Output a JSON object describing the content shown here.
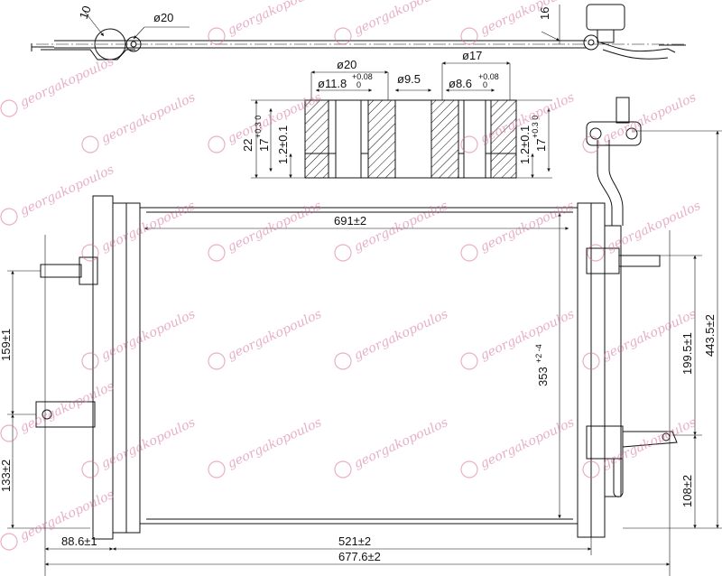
{
  "dimensions": {
    "top_dia_20": "ø20",
    "top_10": "10",
    "top_16": "16",
    "sec_dia_20": "ø20",
    "sec_dia_17": "ø17",
    "sec_dia_11_8": "ø11.8",
    "sec_tol_11_8_upper": "+0.08",
    "sec_tol_11_8_lower": "0",
    "sec_dia_9_5": "ø9.5",
    "sec_dia_8_6": "ø8.6",
    "sec_tol_8_6_upper": "+0.08",
    "sec_tol_8_6_lower": "0",
    "sec_22": "22",
    "sec_17_left": "17",
    "sec_17_left_tol": "+0.3 0",
    "sec_1_2_left": "1.2±0.1",
    "sec_1_2_right": "1.2±0.1",
    "sec_17_right": "17",
    "sec_17_right_tol": "+0.3 0",
    "width_691": "691±2",
    "height_353": "353",
    "height_353_tol": "+2 -4",
    "left_159": "159±1",
    "left_133": "133±2",
    "right_199_5": "199.5±1",
    "right_443_5": "443.5±2",
    "right_108": "108±2",
    "bottom_88_6": "88.6±1",
    "bottom_521": "521±2",
    "bottom_677_6": "677.6±2"
  },
  "watermark": {
    "text": "georgakopoulos",
    "color": "#d56b9a"
  }
}
